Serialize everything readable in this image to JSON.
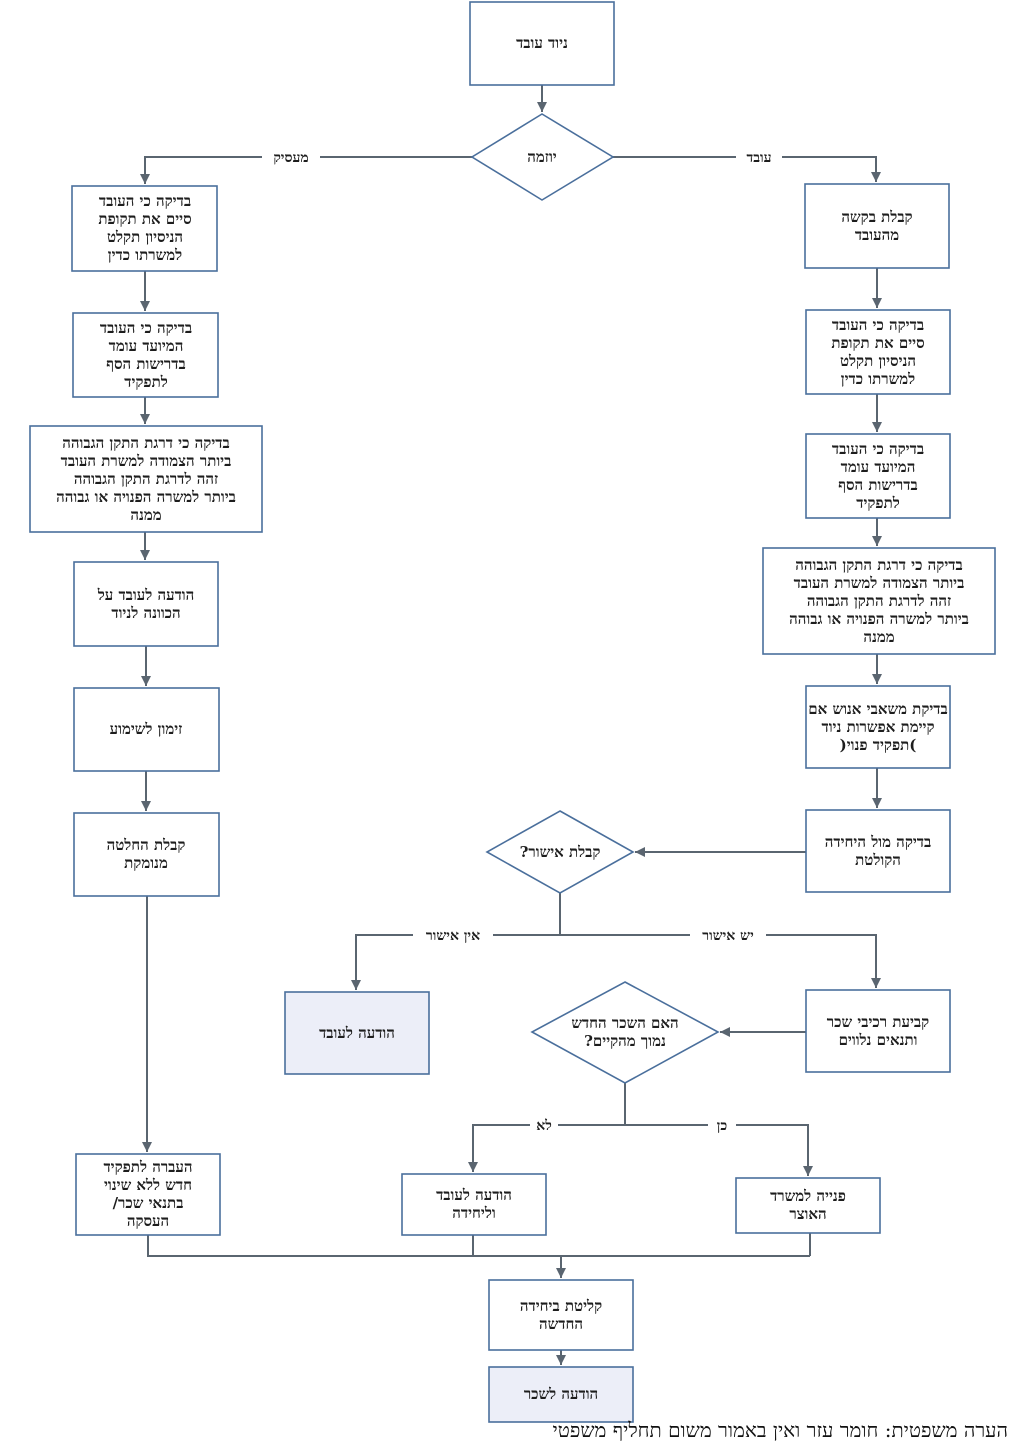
{
  "diagram": {
    "nodes": {
      "start": [
        "ניוד עובד"
      ],
      "initiator": [
        "יוזמה"
      ],
      "r1": [
        "קבלת בקשה",
        "מהעובד"
      ],
      "r2": [
        "בדיקה כי העובד",
        "סיים את תקופת",
        "הניסיון תקלט",
        "למשרתו כדין"
      ],
      "r3": [
        "בדיקה כי העובד",
        "המיועד עומד",
        "בדרישות הסף",
        "לתפקיד"
      ],
      "r4": [
        "בדיקה כי דרגת התקן הגבוהה",
        "ביותר הצמודה למשרת העובד",
        "זהה לדרגת התקן הגבוהה",
        "ביותר למשרה הפנויה או גבוהה",
        "ממנה"
      ],
      "r5": [
        "בדיקת משאבי אנוש אם",
        "קיימת אפשרות ניוד",
        ")תפקיד פנוי("
      ],
      "r6": [
        "בדיקה מול היחידה",
        "הקולטת"
      ],
      "approval": [
        "קבלת אישור?"
      ],
      "notify_employee": [
        "הודעה לעובד"
      ],
      "set_salary": [
        "קביעת רכיבי שכר",
        "ותנאים נלווים"
      ],
      "salary_q": [
        "האם השכר החדש",
        "נמוך מהקיים?"
      ],
      "notify_unit": [
        "הודעה לעובד",
        "וליחידה"
      ],
      "finance": [
        "פנייה למשרד",
        "האוצר"
      ],
      "l1": [
        "בדיקה כי העובד",
        "סיים את תקופת",
        "הניסיון תקלט",
        "למשרתו כדין"
      ],
      "l2": [
        "בדיקה כי העובד",
        "המיועד עומד",
        "בדרישות הסף",
        "לתפקיד"
      ],
      "l3": [
        "בדיקה כי דרגת התקן הגבוהה",
        "ביותר הצמודה למשרת העובד",
        "זהה לדרגת התקן הגבוהה",
        "ביותר למשרה הפנויה או גבוהה",
        "ממנה"
      ],
      "l4": [
        "הודעה לעובד על",
        "הכוונה לניוד"
      ],
      "l5": [
        "זימון לשימוע"
      ],
      "l6": [
        "קבלת החלטה",
        "מנומקת"
      ],
      "l7": [
        "העברה לתפקיד",
        "חדש ללא שינוי",
        "בתנאי שכר/",
        "העסקה"
      ],
      "absorb": [
        "קליטת ביחידה",
        "החדשה"
      ],
      "payroll": [
        "הודעה לשכר"
      ]
    },
    "edge_labels": {
      "employer": "מעסיק",
      "employee": "עובד",
      "no_approval": "אין אישור",
      "has_approval": "יש אישור",
      "no": "לא",
      "yes": "כן"
    },
    "colors": {
      "box_border": "#4a6f9c",
      "arrow": "#5a6570",
      "shaded_fill": "#eceef8",
      "text": "#1d1d1d"
    }
  },
  "footer": {
    "legal_note": "הערה משפטית: חומר עזר ואין באמור משום תחליף משפטי"
  }
}
